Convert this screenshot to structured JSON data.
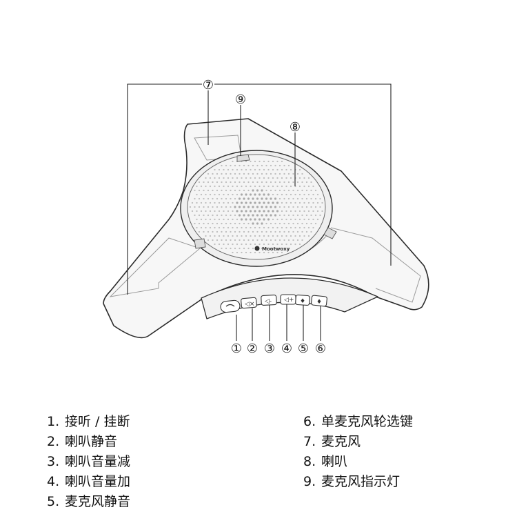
{
  "callouts": {
    "c1": "①",
    "c2": "②",
    "c3": "③",
    "c4": "④",
    "c5": "⑤",
    "c6": "⑥",
    "c7": "⑦",
    "c8": "⑧",
    "c9": "⑨"
  },
  "brand_label": "Mootwoxy",
  "legend": {
    "left": [
      {
        "num": "1.",
        "text": "接听 / 挂断"
      },
      {
        "num": "2.",
        "text": "喇叭静音"
      },
      {
        "num": "3.",
        "text": "喇叭音量减"
      },
      {
        "num": "4.",
        "text": "喇叭音量加"
      },
      {
        "num": "5.",
        "text": "麦克风静音"
      }
    ],
    "right": [
      {
        "num": "6.",
        "text": "单麦克风轮选键"
      },
      {
        "num": "7.",
        "text": "麦克风"
      },
      {
        "num": "8.",
        "text": "喇叭"
      },
      {
        "num": "9.",
        "text": "麦克风指示灯"
      }
    ]
  },
  "colors": {
    "stroke": "#2a2a2a",
    "body_fill": "#f7f7f7",
    "grille_fill": "#efefef",
    "dot": "#bdbdbd"
  }
}
